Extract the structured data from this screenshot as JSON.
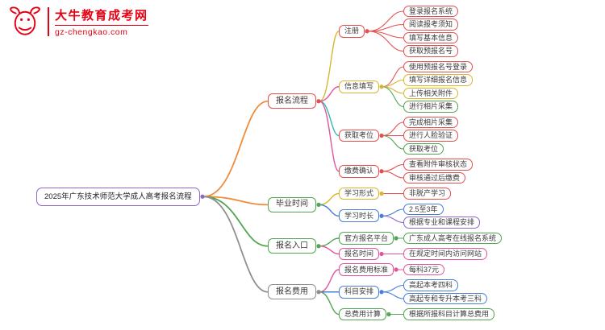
{
  "brand": {
    "name": "大牛教育成考网",
    "domain": "gz-chengkao.com",
    "color": "#e60012",
    "logo_icon": "cow-logo-icon"
  },
  "mindmap": {
    "root": {
      "label": "2025年广东技术师范大学成人高考报名流程",
      "color": "#9067c6",
      "children": [
        {
          "label": "报名流程",
          "color": "#e35050",
          "line": "#ef8d3c",
          "children": [
            {
              "label": "注册",
              "color": "#e35050",
              "line": "#d8b62f",
              "children": [
                {
                  "label": "登录报名系统",
                  "color": "#e35050"
                },
                {
                  "label": "阅读报考须知",
                  "color": "#e35050"
                },
                {
                  "label": "填写基本信息",
                  "color": "#e35050"
                },
                {
                  "label": "获取预报名号",
                  "color": "#e35050"
                }
              ]
            },
            {
              "label": "信息填写",
              "color": "#d8b62f",
              "line": "#e0559c",
              "children": [
                {
                  "label": "使用预报名号登录",
                  "color": "#e35050"
                },
                {
                  "label": "填写详细报名信息",
                  "color": "#d8b62f"
                },
                {
                  "label": "上传相关附件",
                  "color": "#d8b62f"
                },
                {
                  "label": "进行相片采集",
                  "color": "#52a552"
                }
              ]
            },
            {
              "label": "获取考位",
              "color": "#e35050",
              "line": "#39b5b5",
              "children": [
                {
                  "label": "完成相片采集",
                  "color": "#e35050"
                },
                {
                  "label": "进行人脸验证",
                  "color": "#e35050"
                },
                {
                  "label": "获取考位",
                  "color": "#52a552"
                }
              ]
            },
            {
              "label": "缴费确认",
              "color": "#e35050",
              "line": "#e0559c",
              "children": [
                {
                  "label": "查看附件审核状态",
                  "color": "#e35050"
                },
                {
                  "label": "审核通过后缴费",
                  "color": "#e35050"
                }
              ]
            }
          ]
        },
        {
          "label": "毕业时间",
          "color": "#52a552",
          "line": "#ef8d3c",
          "children": [
            {
              "label": "学习形式",
              "color": "#d8b62f",
              "children": [
                {
                  "label": "非脱产学习",
                  "color": "#e35050"
                }
              ]
            },
            {
              "label": "学习时长",
              "color": "#4a7fd4",
              "children": [
                {
                  "label": "2.5至3年",
                  "color": "#4a7fd4"
                },
                {
                  "label": "根据专业和课程安排",
                  "color": "#9067c6"
                }
              ]
            }
          ]
        },
        {
          "label": "报名入口",
          "color": "#52a552",
          "line": "#52a552",
          "children": [
            {
              "label": "官方报名平台",
              "color": "#52a552",
              "children": [
                {
                  "label": "广东成人高考在线报名系统",
                  "color": "#52a552"
                }
              ]
            },
            {
              "label": "报名时间",
              "color": "#e0559c",
              "children": [
                {
                  "label": "在规定时间内访问网站",
                  "color": "#e0559c"
                }
              ]
            }
          ]
        },
        {
          "label": "报名费用",
          "color": "#8f8f8f",
          "line": "#8f8f8f",
          "children": [
            {
              "label": "报名费用标准",
              "color": "#e0559c",
              "children": [
                {
                  "label": "每科37元",
                  "color": "#e0559c"
                }
              ]
            },
            {
              "label": "科目安排",
              "color": "#4a7fd4",
              "children": [
                {
                  "label": "高起本考四科",
                  "color": "#4a7fd4"
                },
                {
                  "label": "高起专和专升本考三科",
                  "color": "#4a7fd4"
                }
              ]
            },
            {
              "label": "总费用计算",
              "color": "#52a552",
              "children": [
                {
                  "label": "根据所报科目计算总费用",
                  "color": "#52a552"
                }
              ]
            }
          ]
        }
      ]
    }
  }
}
